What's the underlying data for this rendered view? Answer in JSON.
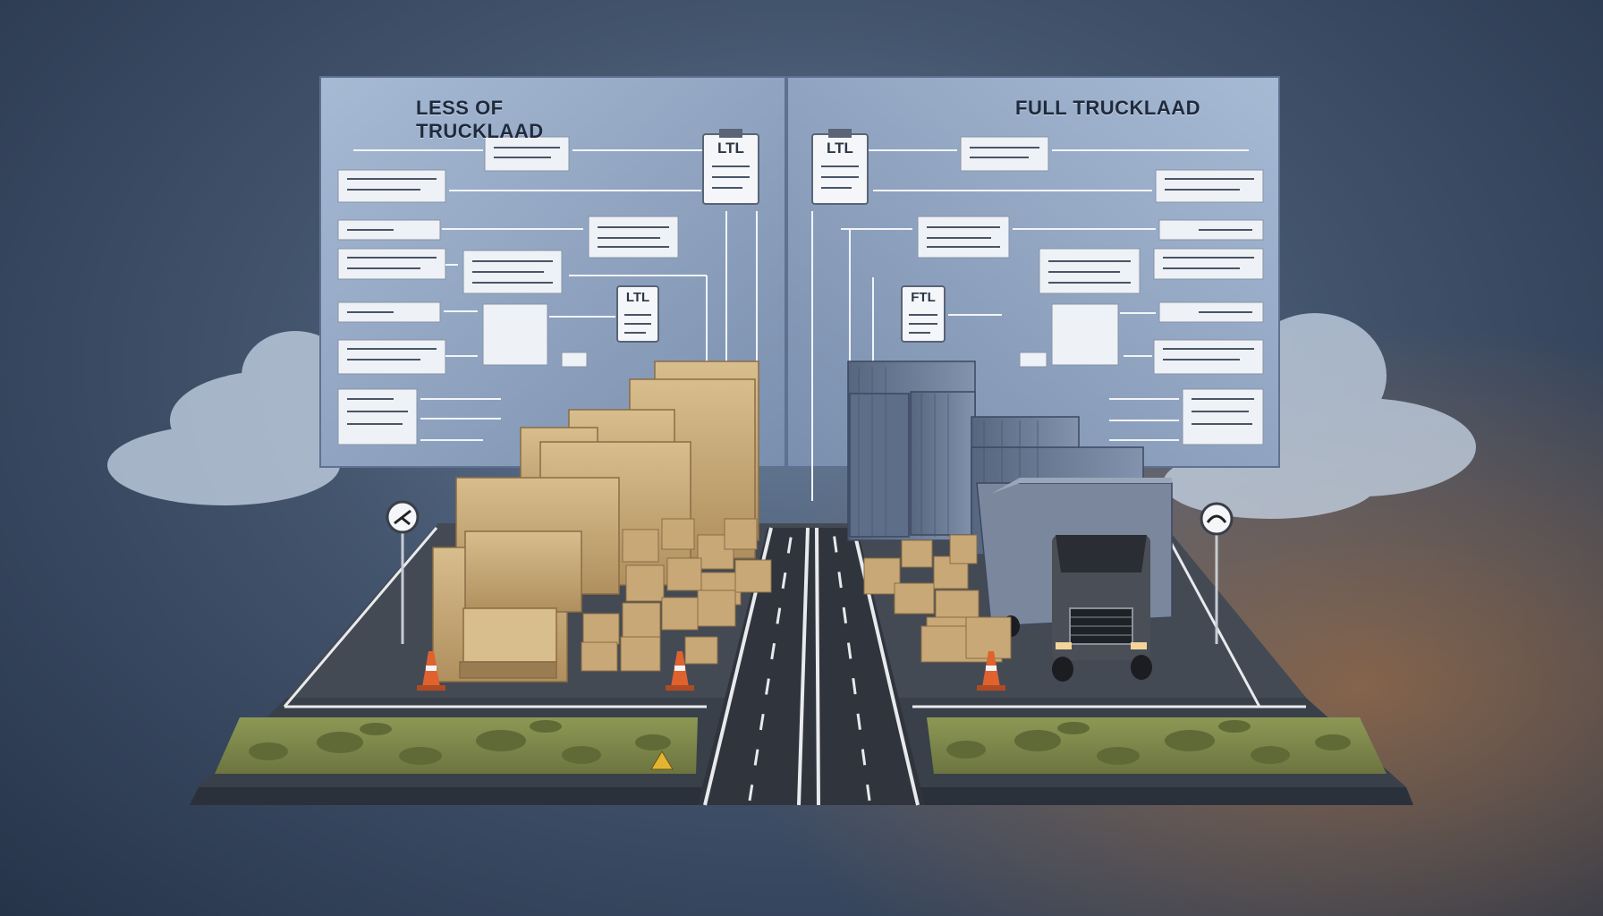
{
  "boards": {
    "left": {
      "title": "LESS OF TRUCKLAAD",
      "doc_labels": [
        "LTL",
        "LTL"
      ]
    },
    "right": {
      "title": "FULL TRUCKLAAD",
      "doc_labels": [
        "LTL",
        "FTL"
      ]
    }
  },
  "colors": {
    "board": "#8ea4c2",
    "road": "#3a3f47",
    "lane_marking": "#e8eaee",
    "box": "#c9a877",
    "container": "#6c7d99",
    "cone": "#e0622f",
    "grass": "#7e8a4a",
    "truck": "#4a4f57"
  }
}
